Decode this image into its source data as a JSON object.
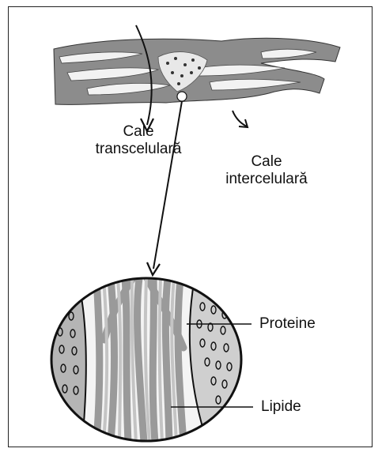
{
  "labels": {
    "transcellular_line1": "Cale",
    "transcellular_line2": "transcelulară",
    "intercellular_line1": "Cale",
    "intercellular_line2": "intercelulară",
    "proteins": "Proteine",
    "lipids": "Lipide"
  },
  "colors": {
    "tissue": "#8c8c8c",
    "line": "#111111",
    "stripe": "#9a9a9a",
    "pale": "#e0e0e0"
  }
}
